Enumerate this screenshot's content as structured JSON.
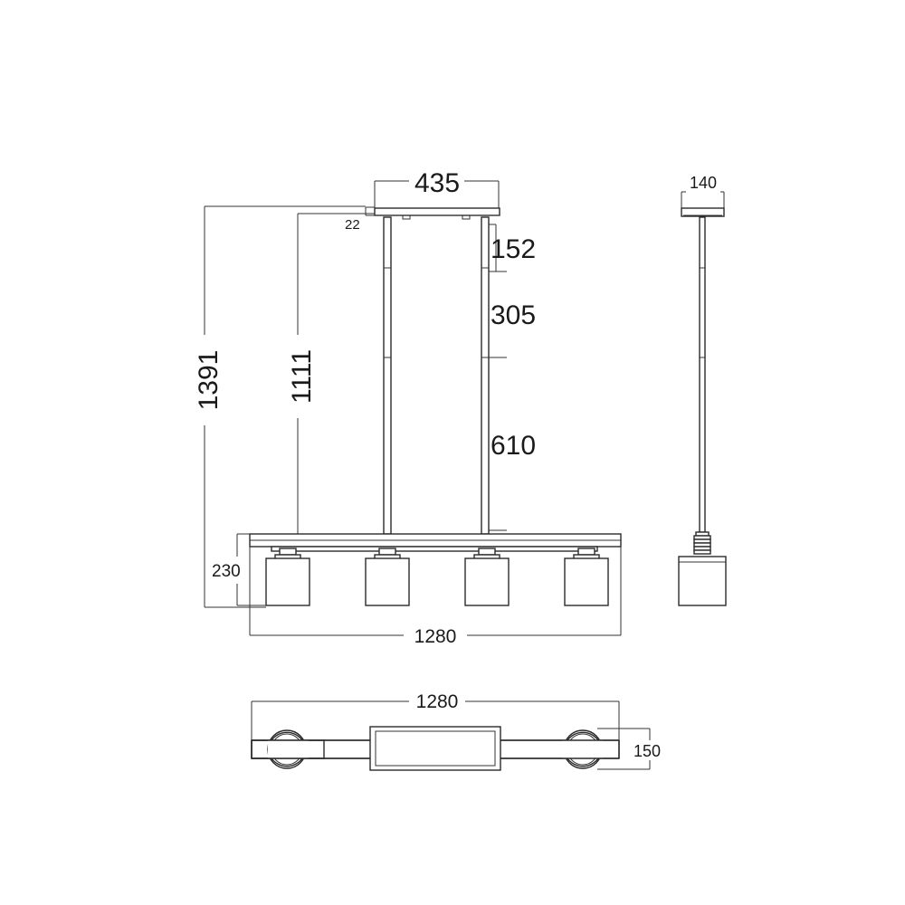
{
  "diagram": {
    "front_view": {
      "canopy_width": "435",
      "canopy_height": "22",
      "rod_segment_top": "152",
      "rod_segment_middle": "305",
      "rod_segment_bottom": "610",
      "max_height": "1391",
      "min_height": "1111",
      "fixture_height": "230",
      "fixture_length": "1280",
      "shade_count": 4
    },
    "side_view": {
      "canopy_width": "140"
    },
    "top_view": {
      "length": "1280",
      "depth": "150"
    }
  }
}
